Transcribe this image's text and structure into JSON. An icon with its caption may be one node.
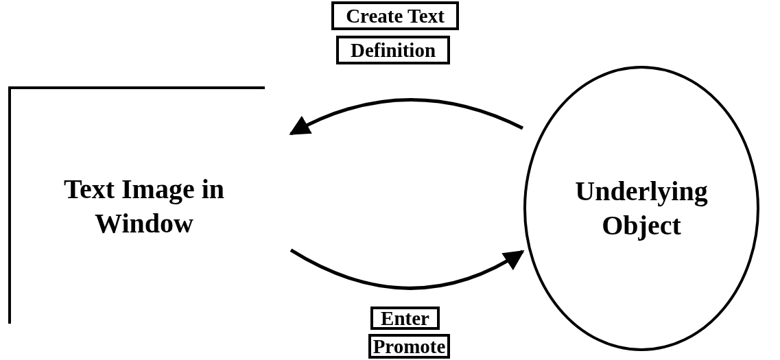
{
  "diagram": {
    "nodes": [
      {
        "text": [
          "Text Image in Window"
        ]
      },
      {
        "text": [
          "Underlying Object"
        ]
      },
      {
        "text": [
          "Create Text"
        ]
      },
      {
        "text": [
          "Definition"
        ]
      },
      {
        "text": [
          "Enter"
        ]
      },
      {
        "text": [
          "Promote"
        ]
      }
    ],
    "edges": [
      {
        "from": 1,
        "to": 0,
        "arrow": "to"
      },
      {
        "from": 0,
        "to": 1,
        "arrow": "to"
      }
    ]
  }
}
